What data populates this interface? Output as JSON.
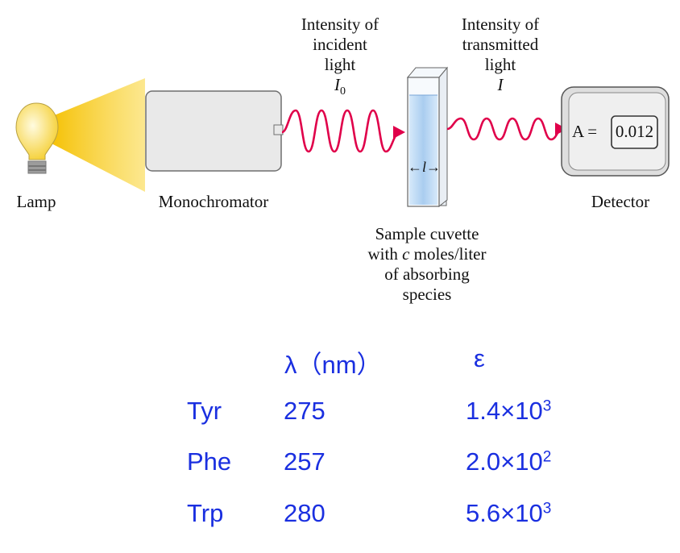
{
  "diagram": {
    "lamp_label": "Lamp",
    "monochromator_label": "Monochromator",
    "incident": {
      "line1": "Intensity of",
      "line2": "incident",
      "line3": "light",
      "symbol": "I",
      "subscript": "0"
    },
    "transmitted": {
      "line1": "Intensity of",
      "line2": "transmitted",
      "line3": "light",
      "symbol": "I"
    },
    "path_length_label": "←l→",
    "cuvette": {
      "line1": "Sample cuvette",
      "line2_pre": "with ",
      "line2_var": "c",
      "line2_post": " moles/liter",
      "line3": "of absorbing",
      "line4": "species"
    },
    "detector_label": "Detector",
    "detector_display_prefix": "A =",
    "detector_reading": "0.012"
  },
  "table": {
    "header_wavelength": "λ（nm）",
    "header_epsilon": "ε",
    "rows": [
      {
        "name": "Tyr",
        "wavelength": "275",
        "coef": "1.4×10",
        "exp": "3"
      },
      {
        "name": "Phe",
        "wavelength": "257",
        "coef": "2.0×10",
        "exp": "2"
      },
      {
        "name": "Trp",
        "wavelength": "280",
        "coef": "5.6×10",
        "exp": "3"
      }
    ]
  },
  "colors": {
    "lamp_bulb": "#f8d84a",
    "light_beam": "#f5c000",
    "wave": "#e0004a",
    "table_text": "#1a2fe0",
    "device_fill": "#e9e9e9",
    "cuvette_liquid": "#bcd9f3"
  }
}
